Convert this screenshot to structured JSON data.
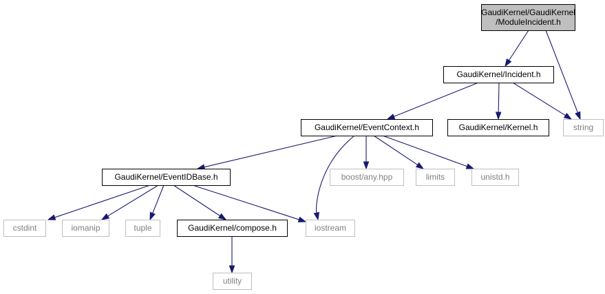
{
  "graph": {
    "colors": {
      "edge": "#191970",
      "root_fill": "#bfbfbf",
      "documented_border": "#000000",
      "external_border": "#bfbfbf",
      "external_text": "#7f7f7f"
    },
    "nodes": [
      {
        "id": "module_incident",
        "name": "node-module-incident",
        "lines": [
          "GaudiKernel/GaudiKernel",
          "/ModuleIncident.h"
        ],
        "kind": "root"
      },
      {
        "id": "incident",
        "name": "node-incident",
        "lines": [
          "GaudiKernel/Incident.h"
        ],
        "kind": "documented"
      },
      {
        "id": "string",
        "name": "node-string",
        "lines": [
          "string"
        ],
        "kind": "external"
      },
      {
        "id": "event_context",
        "name": "node-event-context",
        "lines": [
          "GaudiKernel/EventContext.h"
        ],
        "kind": "documented"
      },
      {
        "id": "kernel",
        "name": "node-kernel",
        "lines": [
          "GaudiKernel/Kernel.h"
        ],
        "kind": "documented"
      },
      {
        "id": "event_id_base",
        "name": "node-event-id-base",
        "lines": [
          "GaudiKernel/EventIDBase.h"
        ],
        "kind": "documented"
      },
      {
        "id": "boost_any",
        "name": "node-boost-any",
        "lines": [
          "boost/any.hpp"
        ],
        "kind": "external"
      },
      {
        "id": "limits",
        "name": "node-limits",
        "lines": [
          "limits"
        ],
        "kind": "external"
      },
      {
        "id": "unistd",
        "name": "node-unistd",
        "lines": [
          "unistd.h"
        ],
        "kind": "external"
      },
      {
        "id": "cstdint",
        "name": "node-cstdint",
        "lines": [
          "cstdint"
        ],
        "kind": "external"
      },
      {
        "id": "iomanip",
        "name": "node-iomanip",
        "lines": [
          "iomanip"
        ],
        "kind": "external"
      },
      {
        "id": "tuple",
        "name": "node-tuple",
        "lines": [
          "tuple"
        ],
        "kind": "external"
      },
      {
        "id": "compose",
        "name": "node-compose",
        "lines": [
          "GaudiKernel/compose.h"
        ],
        "kind": "documented"
      },
      {
        "id": "iostream",
        "name": "node-iostream",
        "lines": [
          "iostream"
        ],
        "kind": "external"
      },
      {
        "id": "utility",
        "name": "node-utility",
        "lines": [
          "utility"
        ],
        "kind": "external"
      }
    ],
    "edges": [
      {
        "from": "module_incident",
        "to": "incident"
      },
      {
        "from": "module_incident",
        "to": "string"
      },
      {
        "from": "incident",
        "to": "event_context"
      },
      {
        "from": "incident",
        "to": "kernel"
      },
      {
        "from": "incident",
        "to": "string"
      },
      {
        "from": "event_context",
        "to": "event_id_base"
      },
      {
        "from": "event_context",
        "to": "iostream"
      },
      {
        "from": "event_context",
        "to": "boost_any"
      },
      {
        "from": "event_context",
        "to": "limits"
      },
      {
        "from": "event_context",
        "to": "unistd"
      },
      {
        "from": "event_id_base",
        "to": "cstdint"
      },
      {
        "from": "event_id_base",
        "to": "iomanip"
      },
      {
        "from": "event_id_base",
        "to": "tuple"
      },
      {
        "from": "event_id_base",
        "to": "compose"
      },
      {
        "from": "event_id_base",
        "to": "iostream"
      },
      {
        "from": "compose",
        "to": "utility"
      }
    ]
  }
}
